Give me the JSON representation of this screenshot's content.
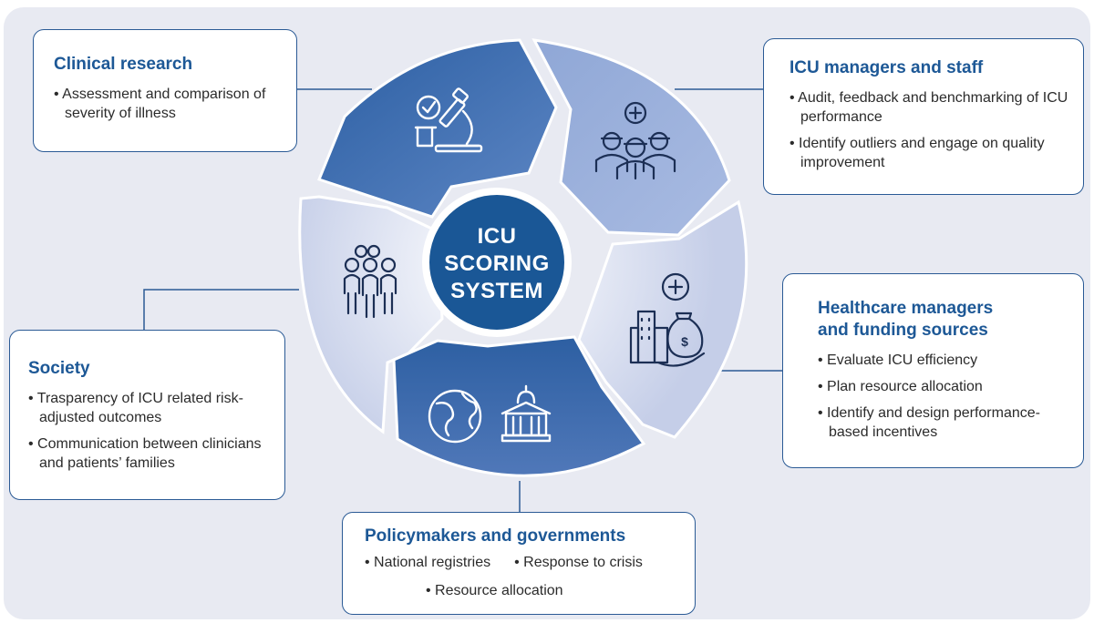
{
  "center": {
    "line1": "ICU",
    "line2": "SCORING",
    "line3": "SYSTEM"
  },
  "colors": {
    "accent": "#1d5896",
    "hub": "#1a5796",
    "segment_dark": "#3f6eb1",
    "segment_mid": "#9bb0da",
    "segment_light": "#dde3f2",
    "background": "#e8eaf2"
  },
  "segments": [
    {
      "name": "clinical-research",
      "icon": "microscope-icon"
    },
    {
      "name": "icu-managers",
      "icon": "medical-staff-icon"
    },
    {
      "name": "healthcare-managers",
      "icon": "hospital-funding-icon"
    },
    {
      "name": "policymakers",
      "icon": "globe-government-icon"
    },
    {
      "name": "society",
      "icon": "people-group-icon"
    }
  ],
  "cards": {
    "clinical": {
      "title": "Clinical research",
      "bullets": [
        "Assessment and comparison of severity of illness"
      ]
    },
    "icu": {
      "title": "ICU managers and staff",
      "bullets": [
        "Audit, feedback and benchmarking of ICU performance",
        "Identify outliers and engage on quality improvement"
      ]
    },
    "healthcare": {
      "title_line1": "Healthcare managers",
      "title_line2": "and funding sources",
      "bullets": [
        "Evaluate ICU efficiency",
        "Plan resource allocation",
        "Identify and design performance-based incentives"
      ]
    },
    "society": {
      "title": "Society",
      "bullets": [
        "Trasparency of ICU related risk-adjusted outcomes",
        "Communication between clinicians and patients’ families"
      ]
    },
    "policy": {
      "title": "Policymakers and governments",
      "bullets": [
        "National registries",
        "Response to crisis",
        "Resource allocation"
      ]
    }
  }
}
